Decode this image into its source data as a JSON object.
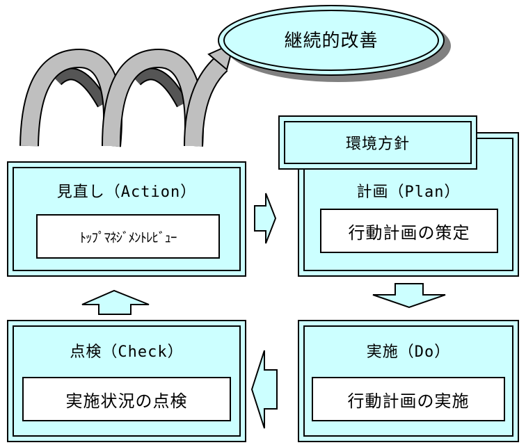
{
  "goal": {
    "label": "継続的改善"
  },
  "boxes": {
    "action": {
      "title": "見直し（Action）",
      "content": "ﾄｯﾌﾟﾏﾈｼﾞﾒﾝﾄﾚﾋﾞｭｰ"
    },
    "plan": {
      "tab": "環境方針",
      "title": "計画（Plan）",
      "content": "行動計画の策定"
    },
    "check": {
      "title": "点検（Check）",
      "content": "実施状況の点検"
    },
    "do": {
      "title": "実施（Do）",
      "content": "行動計画の実施"
    }
  },
  "colors": {
    "fill": "#ccffff",
    "loop_light": "#bfbfbf",
    "loop_dark": "#555555",
    "shadow": "#808080"
  }
}
